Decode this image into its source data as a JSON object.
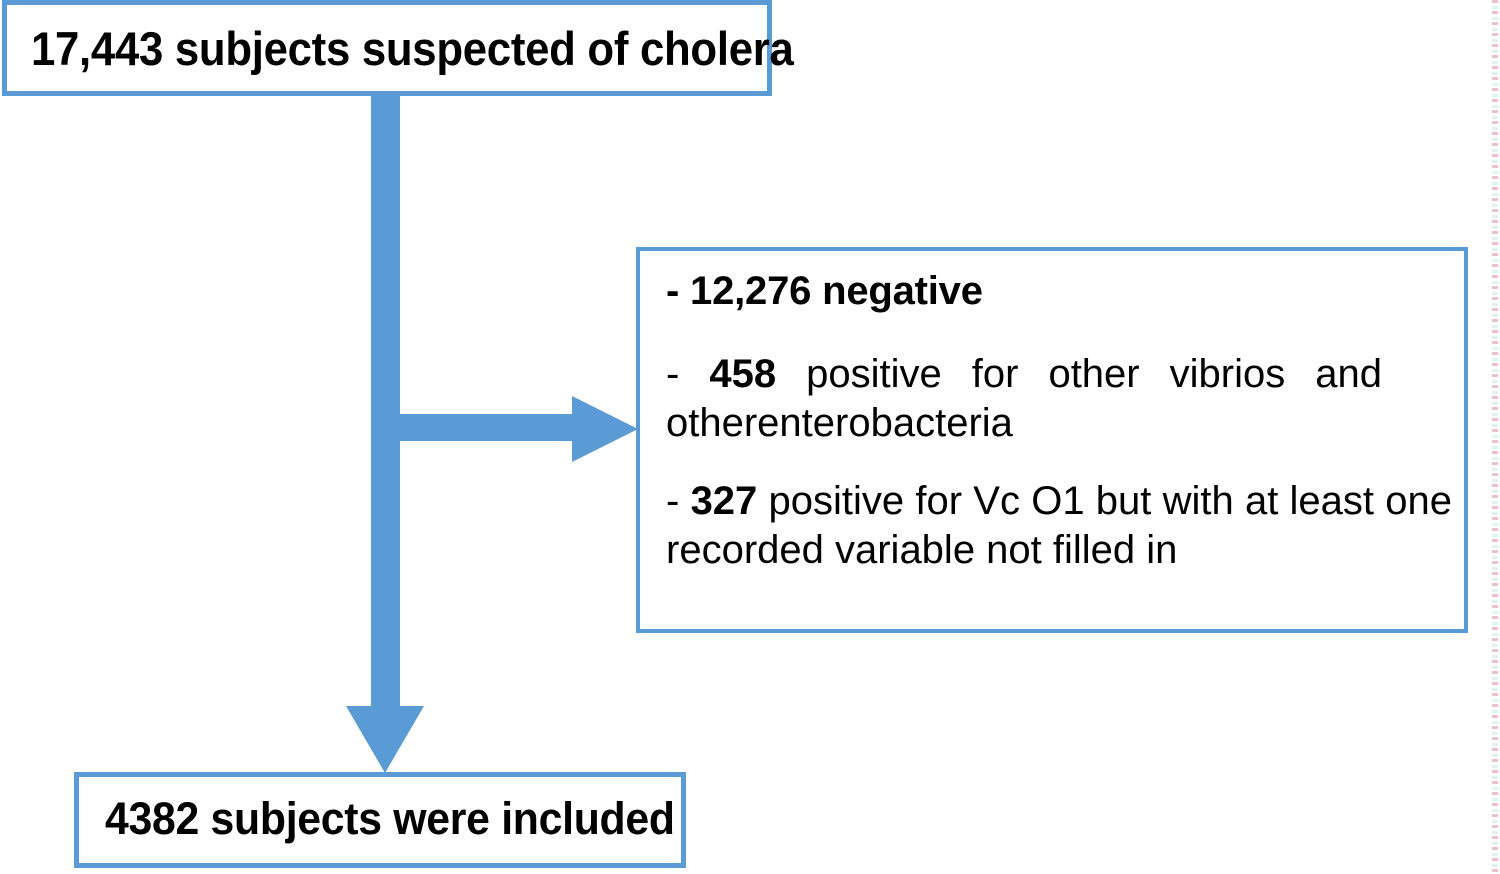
{
  "diagram": {
    "type": "flowchart",
    "title": "Study subject selection flow",
    "accent_color": "#5B9BD5",
    "text_color": "#000000",
    "background_color": "#FFFFFF",
    "nodes": {
      "top": {
        "text": "17,443 subjects suspected of cholera",
        "count": "17,443"
      },
      "excluded": {
        "items": [
          {
            "marker": "-",
            "count": "12,276",
            "text": "negative",
            "full": "- 12,276 negative",
            "bold_all": true
          },
          {
            "marker": "-",
            "count": "458",
            "line1": "positive for other vibrios and",
            "line2": "otherenterobacteria",
            "full": "- 458 positive for other vibrios and otherenterobacteria",
            "bold_all": false
          },
          {
            "marker": "-",
            "count": "327",
            "line1": "positive for Vc O1 but with at least one",
            "line2": "recorded variable not filled in",
            "full": "- 327 positive for Vc O1 but with at least one recorded variable not filled in",
            "bold_all": false
          }
        ]
      },
      "bottom": {
        "text": "4382 subjects were included",
        "count": "4382"
      }
    },
    "connectors": [
      {
        "name": "trunk-arrow",
        "from": "top",
        "to": "bottom",
        "direction": "down"
      },
      {
        "name": "branch-arrow",
        "from": "top",
        "to": "excluded",
        "direction": "right"
      }
    ]
  }
}
